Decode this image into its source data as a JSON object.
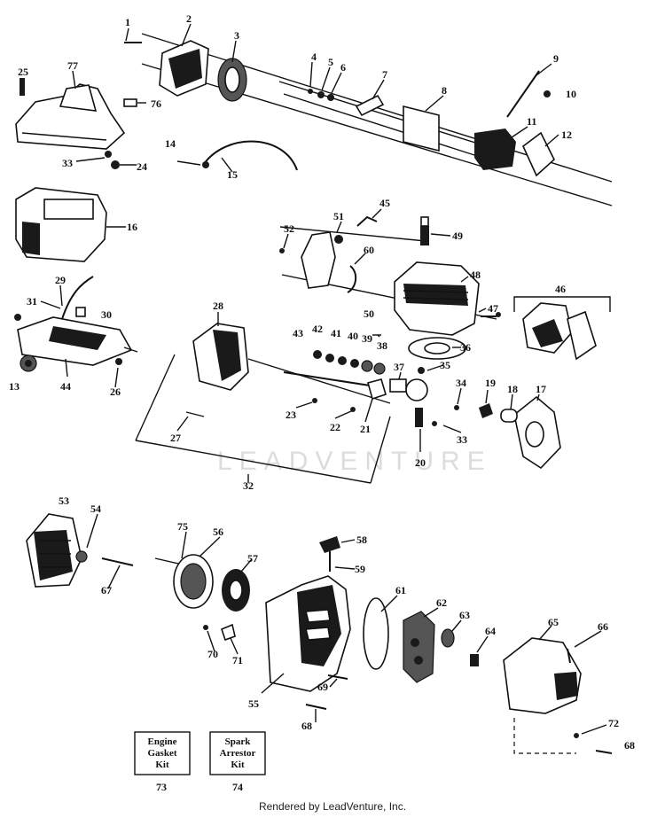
{
  "footer": {
    "rendered_by": "Rendered by LeadVenture, Inc."
  },
  "watermark": {
    "text": "LEADVENTURE"
  },
  "kits": [
    {
      "line1": "Engine",
      "line2": "Gasket",
      "line3": "Kit"
    },
    {
      "line1": "Spark",
      "line2": "Arrestor",
      "line3": "Kit"
    }
  ],
  "labels": {
    "p1": "1",
    "p2": "2",
    "p3": "3",
    "p4": "4",
    "p5": "5",
    "p6": "6",
    "p7": "7",
    "p8": "8",
    "p9": "9",
    "p10": "10",
    "p11": "11",
    "p12": "12",
    "p13": "13",
    "p14": "14",
    "p15": "15",
    "p16": "16",
    "p17": "17",
    "p18": "18",
    "p19": "19",
    "p20": "20",
    "p21": "21",
    "p22": "22",
    "p23": "23",
    "p24": "24",
    "p25": "25",
    "p26": "26",
    "p27": "27",
    "p28": "28",
    "p29": "29",
    "p30": "30",
    "p31": "31",
    "p32": "32",
    "p33a": "33",
    "p33b": "33",
    "p34": "34",
    "p35": "35",
    "p36": "36",
    "p37": "37",
    "p38": "38",
    "p39": "39",
    "p40": "40",
    "p41": "41",
    "p42": "42",
    "p43": "43",
    "p44": "44",
    "p45": "45",
    "p46": "46",
    "p47": "47",
    "p48": "48",
    "p49": "49",
    "p50": "50",
    "p51": "51",
    "p52": "52",
    "p53": "53",
    "p54": "54",
    "p55": "55",
    "p56": "56",
    "p57": "57",
    "p58": "58",
    "p59": "59",
    "p60": "60",
    "p61": "61",
    "p62": "62",
    "p63": "63",
    "p64": "64",
    "p65": "65",
    "p66": "66",
    "p67": "67",
    "p68a": "68",
    "p68b": "68",
    "p69": "69",
    "p70": "70",
    "p71": "71",
    "p72": "72",
    "p73": "73",
    "p74": "74",
    "p75": "75",
    "p76": "76",
    "p77": "77"
  }
}
